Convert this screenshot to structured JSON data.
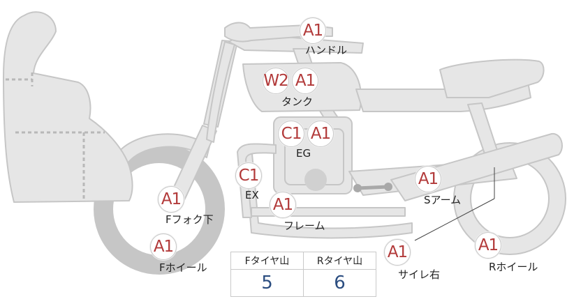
{
  "colors": {
    "body_fill": "#e6e6e6",
    "body_stroke": "#c6c6c6",
    "marker_text": "#b23a3a",
    "value_text": "#2b4d80",
    "dotted_line": "#b8b8b8"
  },
  "parts": {
    "handle": "ハンドル",
    "tank": "タンク",
    "engine": "EG",
    "exhaust": "EX",
    "frame": "フレーム",
    "front_fork_lower": "Fフォク下",
    "front_wheel": "Fホイール",
    "swing_arm": "Sアーム",
    "silencer_right": "サイレ右",
    "rear_wheel": "Rホイール"
  },
  "markers": {
    "handle": "A1",
    "tank_w": "W2",
    "tank_a": "A1",
    "engine_c": "C1",
    "engine_a": "A1",
    "exhaust": "C1",
    "frame": "A1",
    "front_fork_lower": "A1",
    "front_wheel": "A1",
    "swing_arm": "A1",
    "silencer_right": "A1",
    "rear_wheel": "A1"
  },
  "tread": {
    "front_label": "Fタイヤ山",
    "rear_label": "Rタイヤ山",
    "front_value": "5",
    "rear_value": "6"
  }
}
